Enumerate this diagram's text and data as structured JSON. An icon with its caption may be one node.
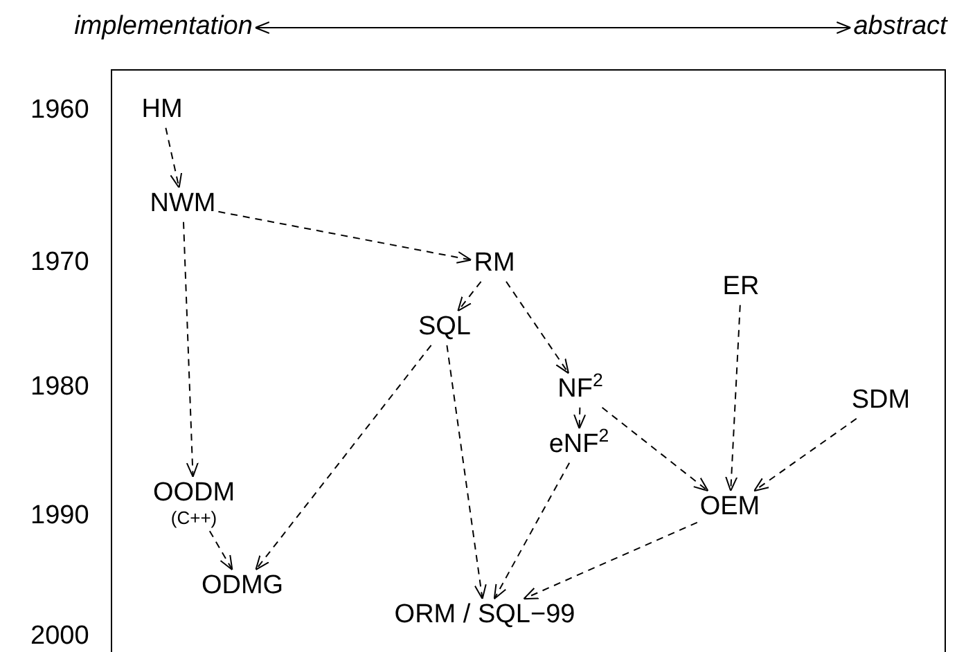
{
  "diagram": {
    "nodes": [
      {
        "text": [
          "implementation"
        ]
      },
      {
        "text": [
          "abstract"
        ]
      },
      {
        "text": [
          "HM"
        ]
      },
      {
        "text": [
          "NWM"
        ]
      },
      {
        "text": [
          "RM"
        ]
      },
      {
        "text": [
          "ER"
        ]
      },
      {
        "text": [
          "SQL"
        ]
      },
      {
        "text": [
          "NF$^{2}$"
        ]
      },
      {
        "text": [
          "SDM"
        ]
      },
      {
        "text": [
          "eNF$^{2}$"
        ]
      },
      {
        "text": [
          "OODM"
        ],
        "beside": [
          "(C++)"
        ]
      },
      {
        "text": [
          "OEM"
        ]
      },
      {
        "text": [
          "ODMG"
        ]
      },
      {
        "text": [
          "ORM / SQL−99"
        ]
      }
    ],
    "edges": [
      {
        "from": 0,
        "to": 1,
        "arrow": "both"
      },
      {
        "from": 2,
        "to": 3,
        "arrow": "to",
        "style": "dashed"
      },
      {
        "from": 3,
        "to": 4,
        "arrow": "to",
        "style": "dashed"
      },
      {
        "from": 3,
        "to": 10,
        "arrow": "to",
        "style": "dashed"
      },
      {
        "from": 4,
        "to": 6,
        "arrow": "to",
        "style": "dashed"
      },
      {
        "from": 4,
        "to": 7,
        "arrow": "to",
        "style": "dashed"
      },
      {
        "from": 6,
        "to": 12,
        "arrow": "to",
        "style": "dashed"
      },
      {
        "from": 6,
        "to": 13,
        "arrow": "to",
        "style": "dashed"
      },
      {
        "from": 7,
        "to": 9,
        "arrow": "to",
        "style": "dashed"
      },
      {
        "from": 7,
        "to": 11,
        "arrow": "to",
        "style": "dashed"
      },
      {
        "from": 5,
        "to": 11,
        "arrow": "to",
        "style": "dashed"
      },
      {
        "from": 8,
        "to": 11,
        "arrow": "to",
        "style": "dashed"
      },
      {
        "from": 10,
        "to": 12,
        "arrow": "to",
        "style": "dashed"
      },
      {
        "from": 9,
        "to": 13,
        "arrow": "to",
        "style": "dashed"
      },
      {
        "from": 11,
        "to": 13,
        "arrow": "to",
        "style": "dashed"
      }
    ],
    "labels": [
      "1960",
      "1970",
      "1980",
      "1990",
      "2000"
    ]
  }
}
